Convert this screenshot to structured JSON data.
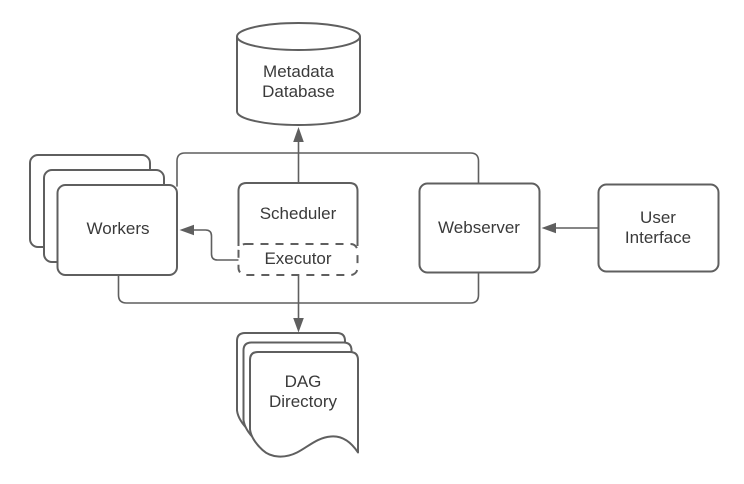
{
  "diagram": {
    "background": "#ffffff",
    "colors": {
      "stroke": "#5f5f5f",
      "text": "#3a3a3a",
      "shape_fill": "#ffffff"
    },
    "nodes": [
      {
        "id": "metadata-database",
        "shape": "cylinder",
        "label": "Metadata\nDatabase"
      },
      {
        "id": "workers",
        "shape": "stacked-rounded-rectangles",
        "label": "Workers"
      },
      {
        "id": "scheduler",
        "shape": "rounded-rectangle",
        "label": "Scheduler"
      },
      {
        "id": "executor",
        "shape": "dashed-rounded-rectangle",
        "label": "Executor"
      },
      {
        "id": "webserver",
        "shape": "rounded-rectangle",
        "label": "Webserver"
      },
      {
        "id": "user-interface",
        "shape": "rounded-rectangle",
        "label": "User\nInterface"
      },
      {
        "id": "dag-directory",
        "shape": "stacked-documents",
        "label": "DAG\nDirectory"
      }
    ],
    "edges": [
      {
        "from": "scheduler",
        "to": "metadata-database"
      },
      {
        "from": "workers",
        "to": "metadata-database"
      },
      {
        "from": "webserver",
        "to": "metadata-database"
      },
      {
        "from": "executor",
        "to": "workers"
      },
      {
        "from": "user-interface",
        "to": "webserver"
      },
      {
        "from": "workers",
        "to": "dag-directory"
      },
      {
        "from": "executor",
        "to": "dag-directory"
      },
      {
        "from": "webserver",
        "to": "dag-directory"
      }
    ]
  }
}
